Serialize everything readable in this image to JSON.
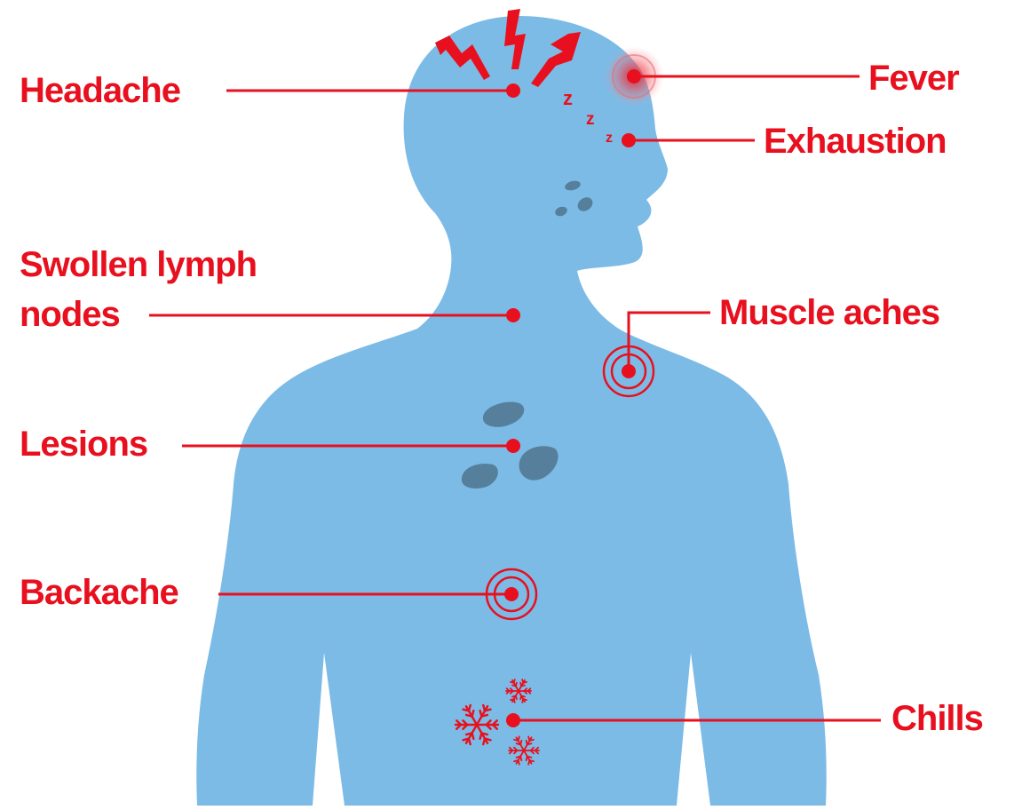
{
  "colors": {
    "accent": "#e8101e",
    "body": "#7cbbe6",
    "lesion": "#557f9b",
    "background": "#ffffff"
  },
  "labels": {
    "headache": "Headache",
    "fever": "Fever",
    "exhaustion": "Exhaustion",
    "swollen_line1": "Swollen lymph",
    "swollen_line2": "nodes",
    "muscle_aches": "Muscle aches",
    "lesions": "Lesions",
    "backache": "Backache",
    "chills": "Chills"
  },
  "icons": {
    "headache": "lightning-bolt-icon",
    "fever": "heat-glow-icon",
    "exhaustion": "sleep-zzz-icon",
    "muscle_aches": "target-rings-icon",
    "backache": "target-rings-icon",
    "chills": "snowflake-icon"
  },
  "zzz": [
    "z",
    "z",
    "z"
  ]
}
